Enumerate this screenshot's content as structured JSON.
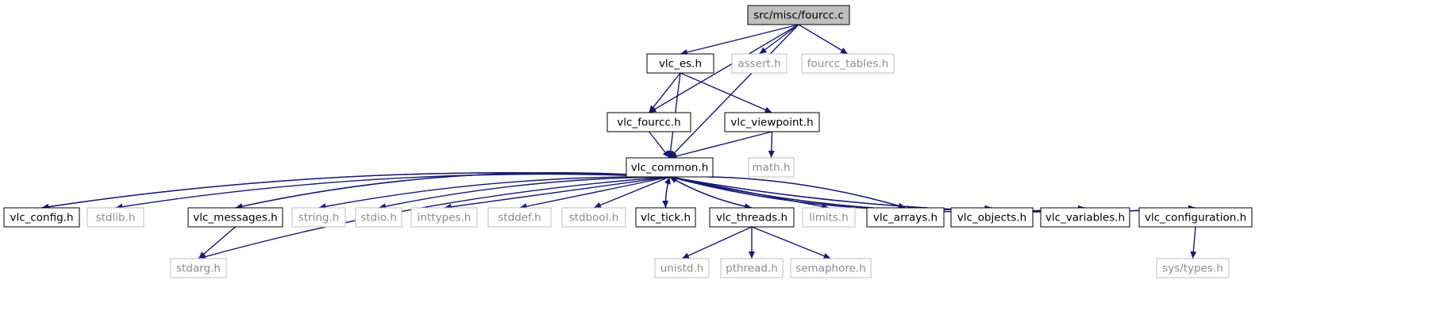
{
  "colors": {
    "edge": "#191970",
    "documented_border": "#000000",
    "documented_text": "#000000",
    "external_border": "#bfbfbf",
    "external_text": "#8c8c8c",
    "root_fill": "#bfbfbf",
    "fill": "#ffffff"
  },
  "nodes": [
    {
      "id": "fourcc_c",
      "label": "src/misc/fourcc.c",
      "kind": "root"
    },
    {
      "id": "vlc_es",
      "label": "vlc_es.h",
      "kind": "documented"
    },
    {
      "id": "assert",
      "label": "assert.h",
      "kind": "external"
    },
    {
      "id": "fourcc_tables",
      "label": "fourcc_tables.h",
      "kind": "external"
    },
    {
      "id": "vlc_fourcc",
      "label": "vlc_fourcc.h",
      "kind": "documented"
    },
    {
      "id": "vlc_viewpoint",
      "label": "vlc_viewpoint.h",
      "kind": "documented"
    },
    {
      "id": "vlc_common",
      "label": "vlc_common.h",
      "kind": "documented"
    },
    {
      "id": "math",
      "label": "math.h",
      "kind": "external"
    },
    {
      "id": "vlc_config",
      "label": "vlc_config.h",
      "kind": "documented"
    },
    {
      "id": "stdlib",
      "label": "stdlib.h",
      "kind": "external"
    },
    {
      "id": "vlc_messages",
      "label": "vlc_messages.h",
      "kind": "documented"
    },
    {
      "id": "string",
      "label": "string.h",
      "kind": "external"
    },
    {
      "id": "stdio",
      "label": "stdio.h",
      "kind": "external"
    },
    {
      "id": "inttypes",
      "label": "inttypes.h",
      "kind": "external"
    },
    {
      "id": "stddef",
      "label": "stddef.h",
      "kind": "external"
    },
    {
      "id": "stdbool",
      "label": "stdbool.h",
      "kind": "external"
    },
    {
      "id": "vlc_tick",
      "label": "vlc_tick.h",
      "kind": "documented"
    },
    {
      "id": "vlc_threads",
      "label": "vlc_threads.h",
      "kind": "documented"
    },
    {
      "id": "limits",
      "label": "limits.h",
      "kind": "external"
    },
    {
      "id": "vlc_arrays",
      "label": "vlc_arrays.h",
      "kind": "documented"
    },
    {
      "id": "vlc_objects",
      "label": "vlc_objects.h",
      "kind": "documented"
    },
    {
      "id": "vlc_variables",
      "label": "vlc_variables.h",
      "kind": "documented"
    },
    {
      "id": "vlc_configuration",
      "label": "vlc_configuration.h",
      "kind": "documented"
    },
    {
      "id": "stdarg",
      "label": "stdarg.h",
      "kind": "external"
    },
    {
      "id": "unistd",
      "label": "unistd.h",
      "kind": "external"
    },
    {
      "id": "pthread",
      "label": "pthread.h",
      "kind": "external"
    },
    {
      "id": "semaphore",
      "label": "semaphore.h",
      "kind": "external"
    },
    {
      "id": "sys_types",
      "label": "sys/types.h",
      "kind": "external"
    }
  ],
  "edges": [
    {
      "from": "fourcc_c",
      "to": "vlc_es"
    },
    {
      "from": "fourcc_c",
      "to": "assert"
    },
    {
      "from": "fourcc_c",
      "to": "fourcc_tables"
    },
    {
      "from": "fourcc_c",
      "to": "vlc_fourcc"
    },
    {
      "from": "fourcc_c",
      "to": "vlc_common"
    },
    {
      "from": "vlc_es",
      "to": "vlc_fourcc"
    },
    {
      "from": "vlc_es",
      "to": "vlc_common"
    },
    {
      "from": "vlc_es",
      "to": "vlc_viewpoint"
    },
    {
      "from": "vlc_fourcc",
      "to": "vlc_common"
    },
    {
      "from": "vlc_viewpoint",
      "to": "vlc_common"
    },
    {
      "from": "vlc_viewpoint",
      "to": "math"
    },
    {
      "from": "vlc_common",
      "to": "vlc_config"
    },
    {
      "from": "vlc_config",
      "to": "vlc_common"
    },
    {
      "from": "vlc_common",
      "to": "stdlib"
    },
    {
      "from": "vlc_common",
      "to": "vlc_messages"
    },
    {
      "from": "vlc_messages",
      "to": "vlc_common"
    },
    {
      "from": "vlc_common",
      "to": "string"
    },
    {
      "from": "vlc_common",
      "to": "stdio"
    },
    {
      "from": "vlc_common",
      "to": "inttypes"
    },
    {
      "from": "vlc_common",
      "to": "stddef"
    },
    {
      "from": "vlc_common",
      "to": "stdbool"
    },
    {
      "from": "vlc_common",
      "to": "vlc_tick"
    },
    {
      "from": "vlc_tick",
      "to": "vlc_common"
    },
    {
      "from": "vlc_common",
      "to": "vlc_threads"
    },
    {
      "from": "vlc_threads",
      "to": "vlc_common"
    },
    {
      "from": "vlc_common",
      "to": "limits"
    },
    {
      "from": "vlc_common",
      "to": "vlc_arrays"
    },
    {
      "from": "vlc_arrays",
      "to": "vlc_common"
    },
    {
      "from": "vlc_common",
      "to": "vlc_objects"
    },
    {
      "from": "vlc_objects",
      "to": "vlc_common"
    },
    {
      "from": "vlc_common",
      "to": "vlc_variables"
    },
    {
      "from": "vlc_variables",
      "to": "vlc_common"
    },
    {
      "from": "vlc_common",
      "to": "vlc_configuration"
    },
    {
      "from": "vlc_configuration",
      "to": "vlc_common"
    },
    {
      "from": "vlc_common",
      "to": "stdarg"
    },
    {
      "from": "vlc_messages",
      "to": "stdarg"
    },
    {
      "from": "vlc_threads",
      "to": "unistd"
    },
    {
      "from": "vlc_threads",
      "to": "pthread"
    },
    {
      "from": "vlc_threads",
      "to": "semaphore"
    },
    {
      "from": "vlc_configuration",
      "to": "sys_types"
    }
  ]
}
